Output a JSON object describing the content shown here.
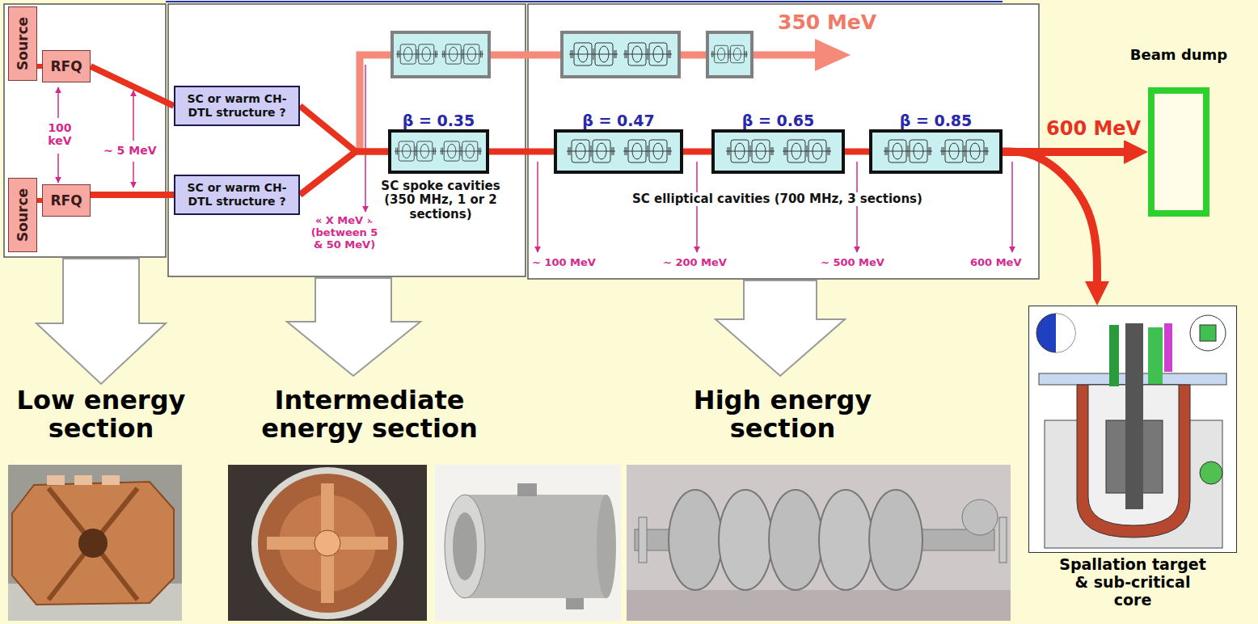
{
  "diagram": {
    "nodes": [
      {
        "text": [
          "Source"
        ]
      },
      {
        "text": [
          "RFQ"
        ]
      },
      {
        "text": [
          "Source"
        ]
      },
      {
        "text": [
          "RFQ"
        ]
      },
      {
        "text": [
          "SC or warm CH-DTL structure ?"
        ]
      },
      {
        "text": [
          "SC or warm CH-DTL structure ?"
        ]
      },
      {
        "text": [
          "β = 0.35"
        ]
      },
      {
        "text": [
          "β = 0.47"
        ]
      },
      {
        "text": [
          "β = 0.65"
        ]
      },
      {
        "text": [
          "β = 0.85"
        ]
      },
      {
        "text": [
          "Beam dump"
        ]
      },
      {
        "text": [
          "Spallation target & sub-critical core"
        ]
      }
    ],
    "edges": [
      {
        "from": 0,
        "to": 1,
        "arrow": "none"
      },
      {
        "from": 2,
        "to": 3,
        "arrow": "none"
      },
      {
        "from": 1,
        "to": 4,
        "arrow": "none"
      },
      {
        "from": 3,
        "to": 5,
        "arrow": "none"
      },
      {
        "from": 4,
        "to": 6,
        "arrow": "none"
      },
      {
        "from": 5,
        "to": 6,
        "arrow": "none"
      },
      {
        "from": 6,
        "to": 7,
        "arrow": "none"
      },
      {
        "from": 7,
        "to": 8,
        "arrow": "none"
      },
      {
        "from": 8,
        "to": 9,
        "arrow": "none"
      },
      {
        "from": 9,
        "to": 10,
        "arrow": "to",
        "label": "600 MeV"
      },
      {
        "from": 9,
        "to": 11,
        "arrow": "to"
      }
    ],
    "labels": [
      "100 keV",
      "~ 5 MeV",
      "« X MeV » (between 5 & 50 MeV)",
      "SC spoke cavities (350 MHz, 1 or 2 sections)",
      "350 MeV",
      "SC elliptical cavities (700 MHz, 3 sections)",
      "~ 100 MeV",
      "~ 200 MeV",
      "~ 500 MeV",
      "600 MeV",
      "Low energy section",
      "Intermediate energy section",
      "High energy section"
    ]
  }
}
